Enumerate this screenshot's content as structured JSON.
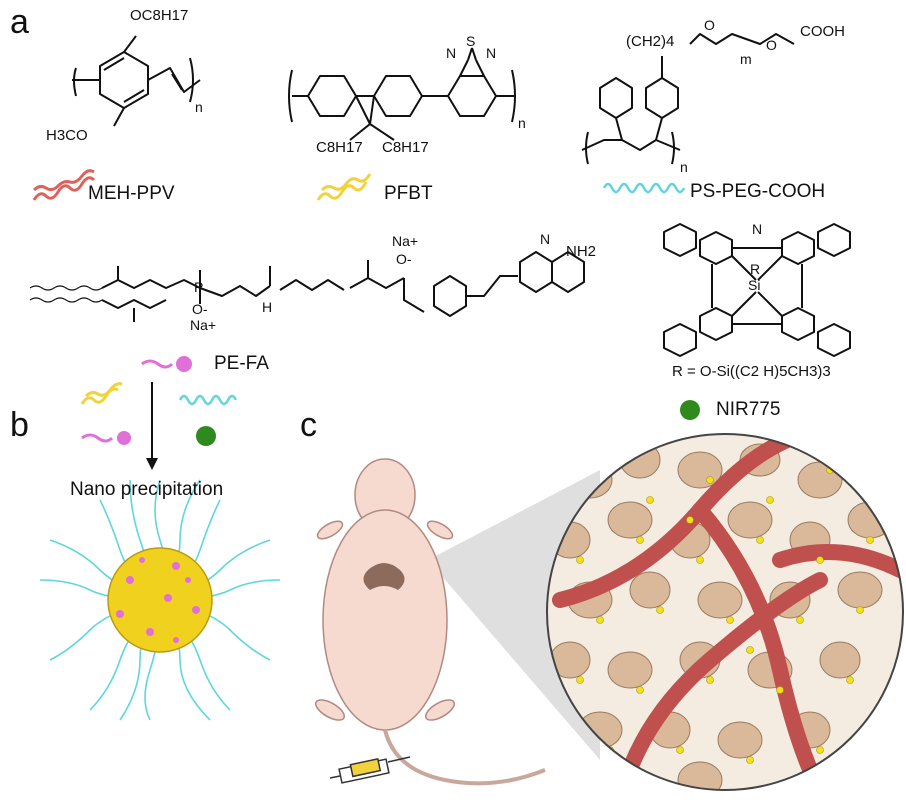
{
  "panels": {
    "a": "a",
    "b": "b",
    "c": "c"
  },
  "components": {
    "meh_ppv": {
      "name": "MEH-PPV",
      "color": "#e0605a"
    },
    "pfbt": {
      "name": "PFBT",
      "color": "#f2d23a"
    },
    "ps_peg_cooh": {
      "name": "PS-PEG-COOH",
      "color": "#5fd6dc"
    },
    "pe_fa": {
      "name": "PE-FA",
      "color": "#e070d8"
    },
    "nir775": {
      "name": "NIR775",
      "color": "#2f8a1e"
    }
  },
  "structures": {
    "meh_ppv": {
      "oc8h17": "OC8H17",
      "h3co": "H3CO",
      "n": "n"
    },
    "pfbt": {
      "c8h17_left": "C8H17",
      "c8h17_right": "C8H17",
      "s": "S",
      "n1": "N",
      "n2": "N",
      "n": "n"
    },
    "ps_peg_cooh": {
      "ch2": "(CH2)4",
      "o1": "O",
      "o2": "O",
      "m": "m",
      "cooh": "COOH",
      "n": "n"
    },
    "pe_fa": {
      "na1": "Na+",
      "na2": "Na+",
      "o_minus1": "O-",
      "o_minus2": "O-",
      "p": "P",
      "nh2": "NH2",
      "h": "H",
      "n": "N"
    },
    "nir775": {
      "r_def": "R = O-Si((C2 H)5CH3)3",
      "si": "Si",
      "r": "R",
      "n": "N"
    }
  },
  "process": {
    "step": "Nano precipitation"
  },
  "colors": {
    "tissue": "#d9b99a",
    "vessel": "#c0504d",
    "particle": "#f2e11a",
    "mouse": "#f6d9cf"
  }
}
